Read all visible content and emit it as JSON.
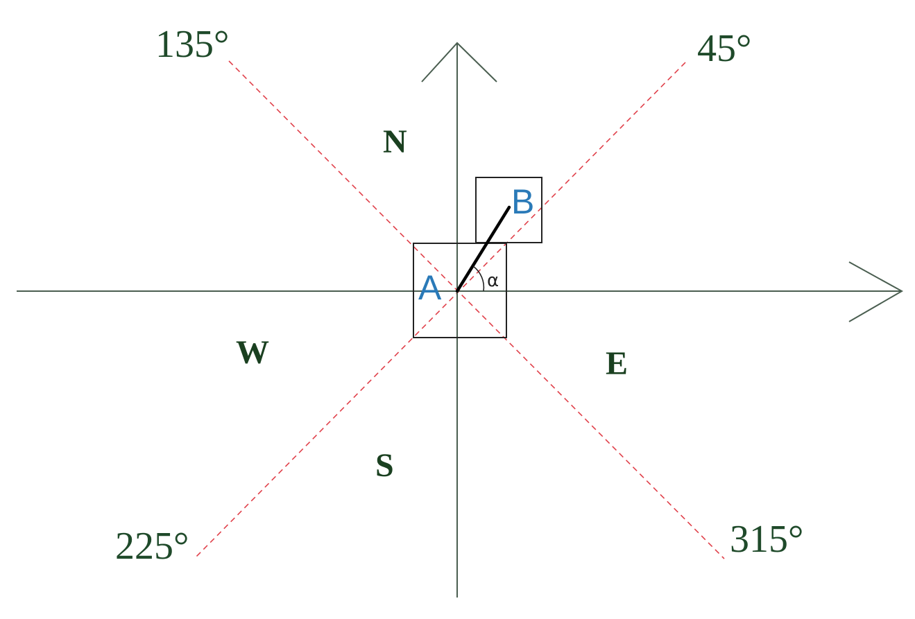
{
  "angles": {
    "deg_45": "45°",
    "deg_135": "135°",
    "deg_225": "225°",
    "deg_315": "315°"
  },
  "directions": {
    "north": "N",
    "south": "S",
    "east": "E",
    "west": "W"
  },
  "points": {
    "a": "A",
    "b": "B"
  },
  "angle_symbol": "α",
  "colors": {
    "axis": "#4a5e50",
    "dashed": "#e0404a",
    "box": "#222222",
    "segment": "#000000",
    "point_label": "#2a7ab8",
    "text": "#1f4a2a"
  }
}
